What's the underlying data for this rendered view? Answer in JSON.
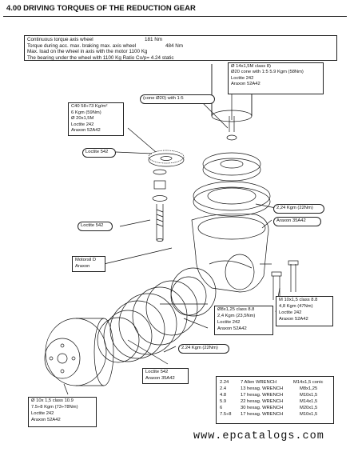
{
  "header": {
    "title": "4.00  DRIVING TORQUES OF THE REDUCTION GEAR"
  },
  "specs": {
    "line1_label": "Continuous torque axis wheel",
    "line1_value": "181 Nm",
    "line2_label": "Torque during acc. max. braking max. axis wheel",
    "line2_value": "484 Nm",
    "line3": "Max. load on the wheel in axis with the motor  1100 Kg",
    "line4": "The bearing under the wheel with 1100 Kg Ratio Co/p= 4.24 static"
  },
  "callouts": {
    "top_right": [
      "Ø 14x1,5M class 8)",
      "Ø20 cone with 1:5 5.9 Kgm (58Nm)",
      "Loctite 242",
      "Araxon 52A42"
    ],
    "cone": "(cone Ø20) with 1:5",
    "gear": [
      "C40 58÷73 Kg/m²",
      "6 Kgm (59Nm)",
      "Ø 20x1,5M",
      "Loctite 242",
      "Araxon 52A42"
    ],
    "loctite_542_a": "Loctite 542",
    "loctite_542_b": "Loctite 542",
    "torque_22_top": "2,24  Kgm  (22Nm)",
    "araxon_35a42_right": "Araxon 35A42",
    "motorsil": [
      "Motorsil D",
      "Araxon"
    ],
    "m10_right": [
      "M 10x1,5 class 8.8",
      "4,8 Kgm (47Nm)",
      "Loctite 242",
      "Araxon 52A42"
    ],
    "o8_mid": [
      "Ø8x1,25 class 8.8",
      "2,4 Kgm (23,5Nm)",
      "Loctite 242",
      "Araxon 52A42"
    ],
    "torque_22_mid": "2.24  Kgm (22Nm)",
    "loctite_araxon_bottom": [
      "Loctite 542",
      "Araxon 35A42"
    ],
    "wheel_bolt": [
      "Ø  10x 1,5 class 10.9",
      "7.5÷8 Kgm (73÷78Nm)",
      "Loctite 242",
      "Araxon 52A42"
    ]
  },
  "wrench_table": {
    "rows": [
      {
        "torque": "2.24",
        "tool": "7 Allen WRENCH",
        "thread": "M14x1,5 conic"
      },
      {
        "torque": "2.4",
        "tool": "13 hexag. WRENCH",
        "thread": "M8x1,25"
      },
      {
        "torque": "4.8",
        "tool": "17 hexag. WRENCH",
        "thread": "M10x1,5"
      },
      {
        "torque": "5.9",
        "tool": "22 hexag. WRENCH",
        "thread": "M14x1,5"
      },
      {
        "torque": "6",
        "tool": "30 hexag. WRENCH",
        "thread": "M20x1,5"
      },
      {
        "torque": "7.5÷8",
        "tool": "17 hexag. WRENCH",
        "thread": "M10x1,5"
      }
    ]
  },
  "watermark": "www.epcatalogs.com"
}
